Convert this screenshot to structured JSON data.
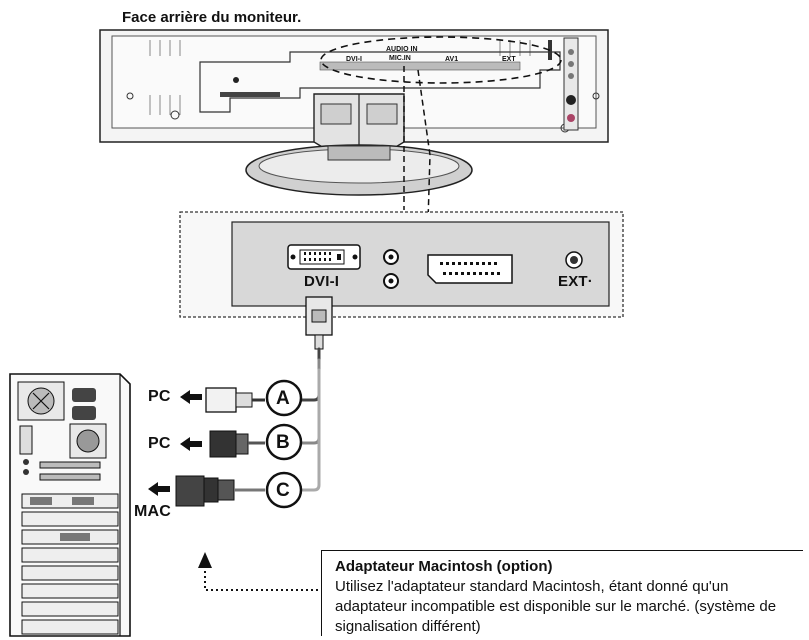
{
  "title": "Face arrière du moniteur.",
  "monitor_ports": {
    "dvi": "DVI-I",
    "audio_in": "AUDIO IN",
    "mic_in": "MIC.IN",
    "av1": "AV1",
    "ext": "EXT"
  },
  "panel": {
    "dvi_label": "DVI-I",
    "ext_label": "EXT·"
  },
  "connections": [
    {
      "letter": "A",
      "target": "PC"
    },
    {
      "letter": "B",
      "target": "PC"
    },
    {
      "letter": "C",
      "target": "MAC"
    }
  ],
  "note": {
    "title": "Adaptateur Macintosh (option)",
    "body": "Utilisez l'adaptateur standard Macintosh, étant donné qu'un adaptateur incompatible est disponible sur le marché. (système de signalisation différent)"
  }
}
